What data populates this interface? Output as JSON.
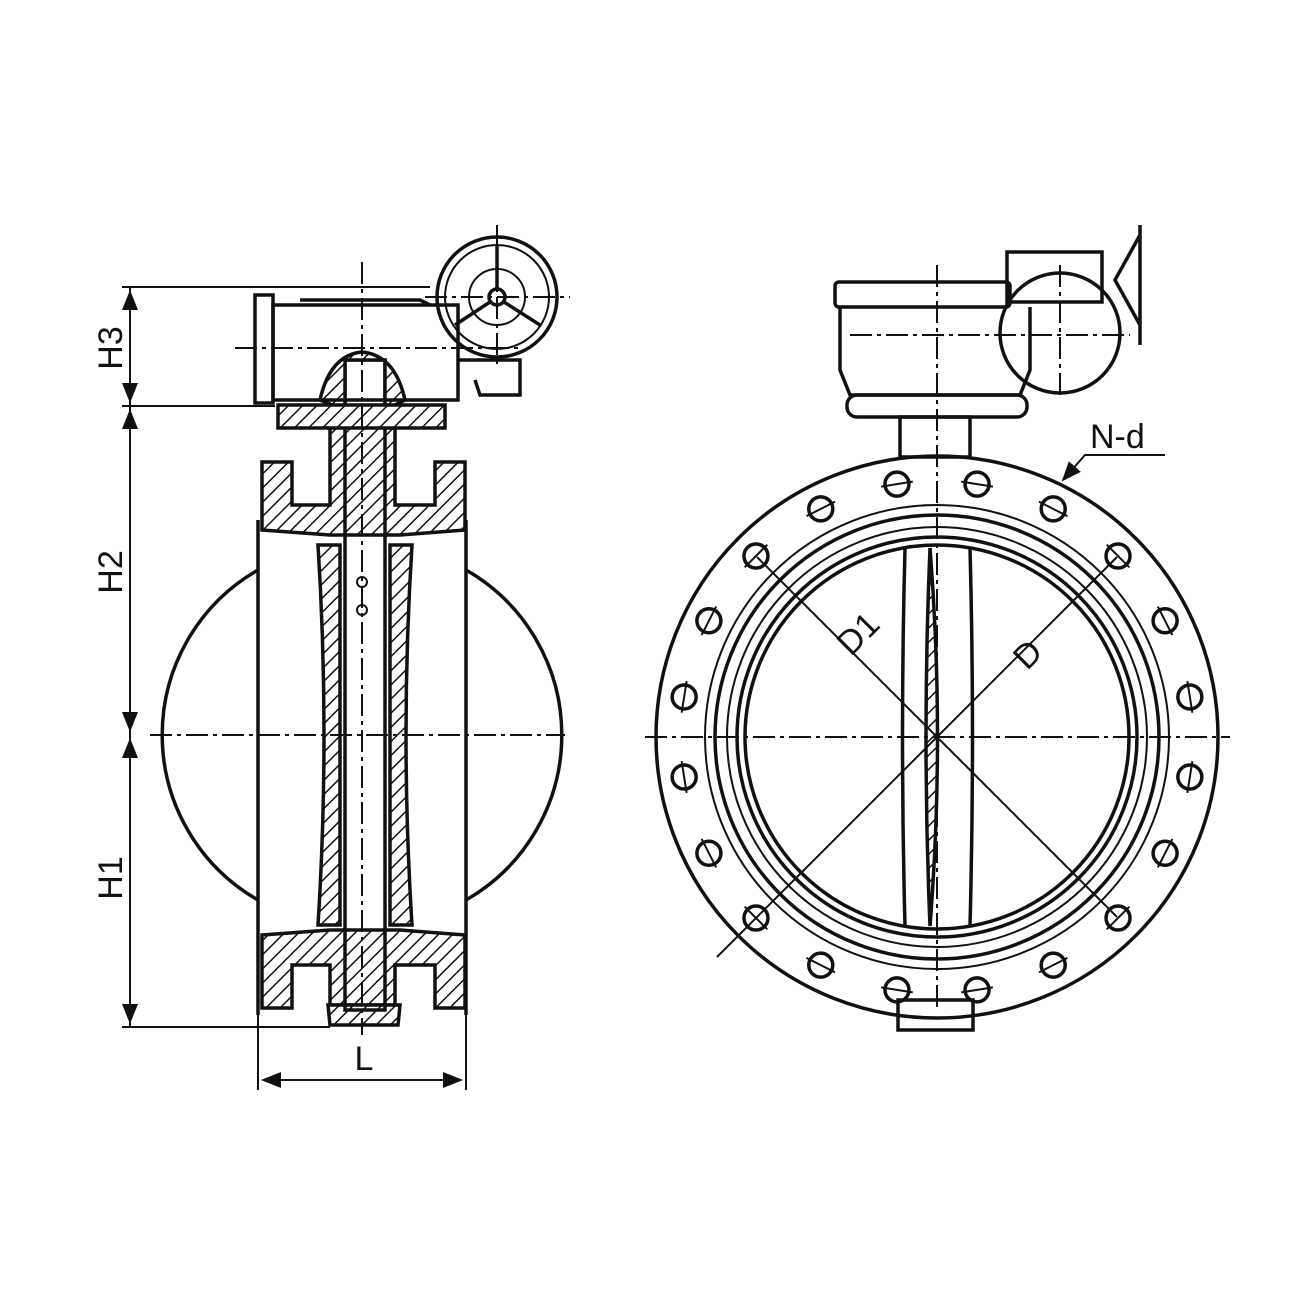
{
  "title": "Butterfly valve dimension drawing",
  "side_view": {
    "dimensions": {
      "h3": "H3",
      "h2": "H2",
      "h1": "H1",
      "l": "L"
    }
  },
  "front_view": {
    "dimensions": {
      "d1": "D1",
      "d": "D",
      "nd": "N-d"
    },
    "bolt_hole_count": 20
  },
  "colors": {
    "line": "#111111",
    "background": "#ffffff"
  }
}
